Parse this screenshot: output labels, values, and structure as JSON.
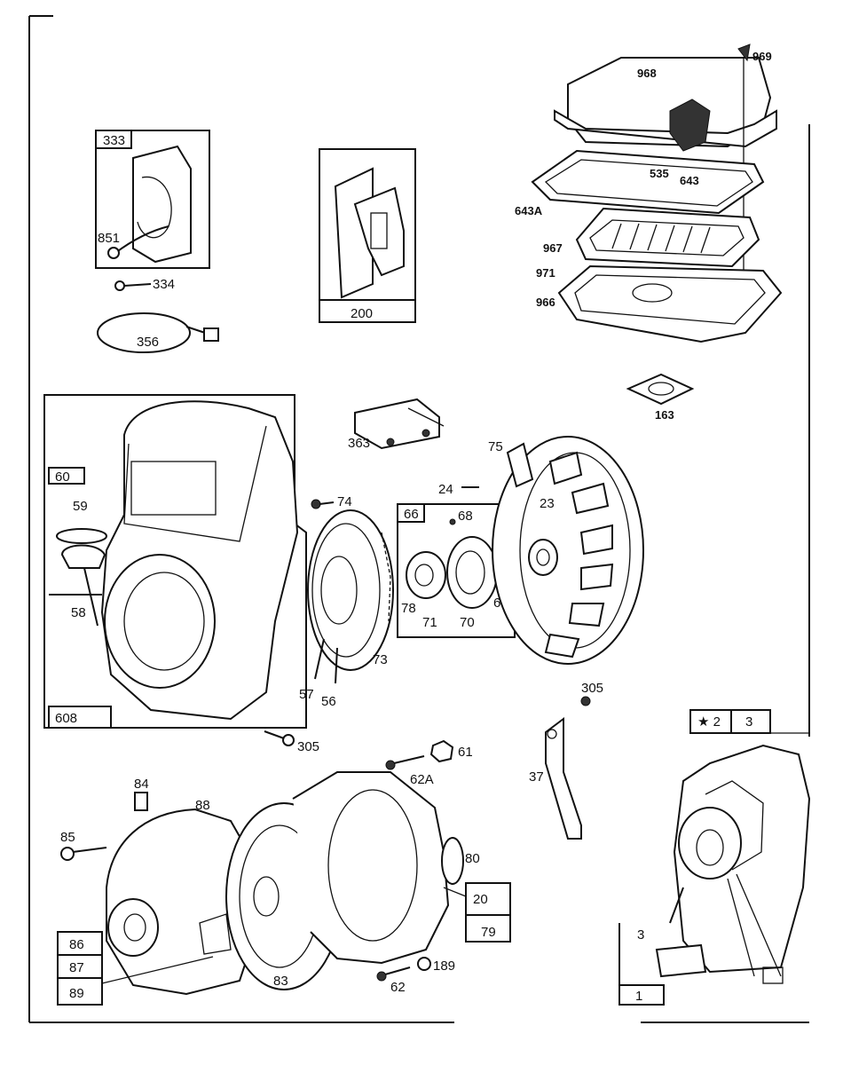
{
  "labels": {
    "p333": "333",
    "p851": "851",
    "p334": "334",
    "p356": "356",
    "p200": "200",
    "p969": "969",
    "p968": "968",
    "p535": "535",
    "p643": "643",
    "p643a": "643A",
    "p967": "967",
    "p971": "971",
    "p966": "966",
    "p163": "163",
    "p363": "363",
    "p75": "75",
    "p24": "24",
    "p23": "23",
    "p60": "60",
    "p59": "59",
    "p58": "58",
    "p608": "608",
    "p74": "74",
    "p66": "66",
    "p68": "68",
    "p78": "78",
    "p71": "71",
    "p70": "70",
    "p67": "67",
    "p73": "73",
    "p57": "57",
    "p56": "56",
    "p305a": "305",
    "p305b": "305",
    "p37": "37",
    "p2": "★ 2",
    "p3a": "3",
    "p3b": "3",
    "p1": "1",
    "p84": "84",
    "p88": "88",
    "p85": "85",
    "p61": "61",
    "p62a": "62A",
    "p80": "80",
    "p20": "20",
    "p79": "79",
    "p86": "86",
    "p87": "87",
    "p89": "89",
    "p83": "83",
    "p62": "62",
    "p189": "189"
  }
}
